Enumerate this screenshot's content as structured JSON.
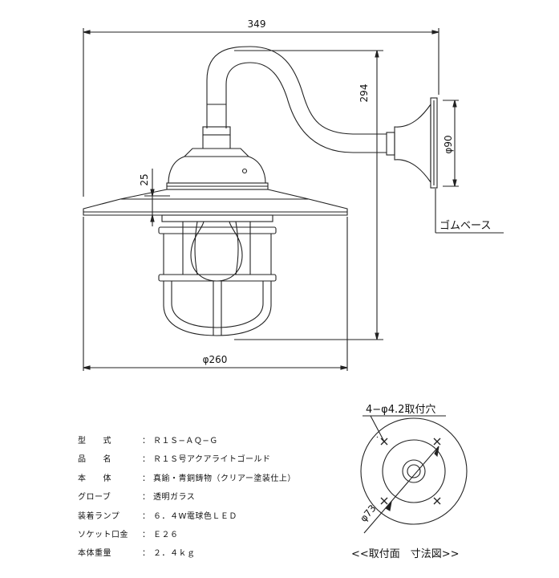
{
  "dimensions": {
    "total_width": "349",
    "total_height": "294",
    "top_offset": "25",
    "shade_diameter": "φ260",
    "base_diameter": "φ90",
    "mount_diameter": "φ73",
    "mount_holes": "4−φ4.2取付穴"
  },
  "labels": {
    "rubber_base": "ゴムベース"
  },
  "specs": [
    {
      "label": "型　　式",
      "value": "Ｒ１Ｓ−ＡＱ−Ｇ"
    },
    {
      "label": "品　　名",
      "value": "Ｒ１Ｓ号アクアライトゴールド"
    },
    {
      "label": "本　　体",
      "value": "真鍮・青銅鋳物（クリアー塗装仕上）"
    },
    {
      "label": "グローブ",
      "value": "透明ガラス"
    },
    {
      "label": "装着ランプ",
      "value": "６．４W電球色ＬＥＤ"
    },
    {
      "label": "ソケット口金",
      "value": "Ｅ２６"
    },
    {
      "label": "本体重量",
      "value": "２．４ｋｇ"
    }
  ],
  "spec_separator": "：",
  "caption": "<<取付面　寸法図>>"
}
